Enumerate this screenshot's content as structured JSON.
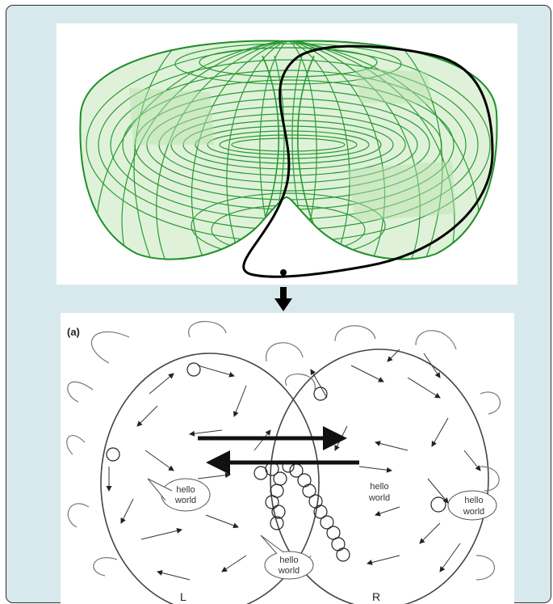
{
  "figure": {
    "panel_label": "(a)",
    "left_label": "L",
    "right_label": "R",
    "bubble_left": [
      "hello",
      "world"
    ],
    "bubble_right": [
      "hello",
      "world"
    ],
    "bubble_bottom": [
      "hello",
      "world"
    ],
    "inner_text_right": [
      "hello",
      "world"
    ]
  },
  "colors": {
    "background": "#d8e9ee",
    "torus_mesh": "#1f8f2a",
    "torus_fill": "#d9f0d2",
    "curve": "#000000"
  }
}
